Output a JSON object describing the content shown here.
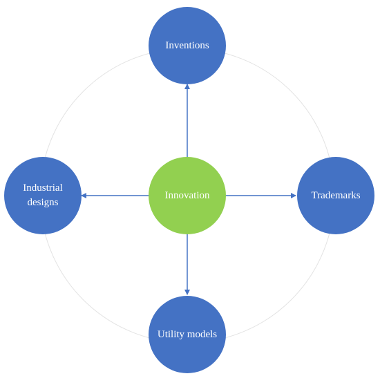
{
  "diagram": {
    "center": {
      "label": "Innovation",
      "color": "#92d050"
    },
    "satellites": [
      {
        "id": "top",
        "label": "Inventions",
        "color": "#4472c4"
      },
      {
        "id": "left",
        "label": "Industrial designs",
        "color": "#4472c4"
      },
      {
        "id": "right",
        "label": "Trademarks",
        "color": "#4472c4"
      },
      {
        "id": "bottom",
        "label": "Utility models",
        "color": "#4472c4"
      }
    ],
    "arrow_color": "#4472c4",
    "ring_color": "#e3e3e3"
  }
}
